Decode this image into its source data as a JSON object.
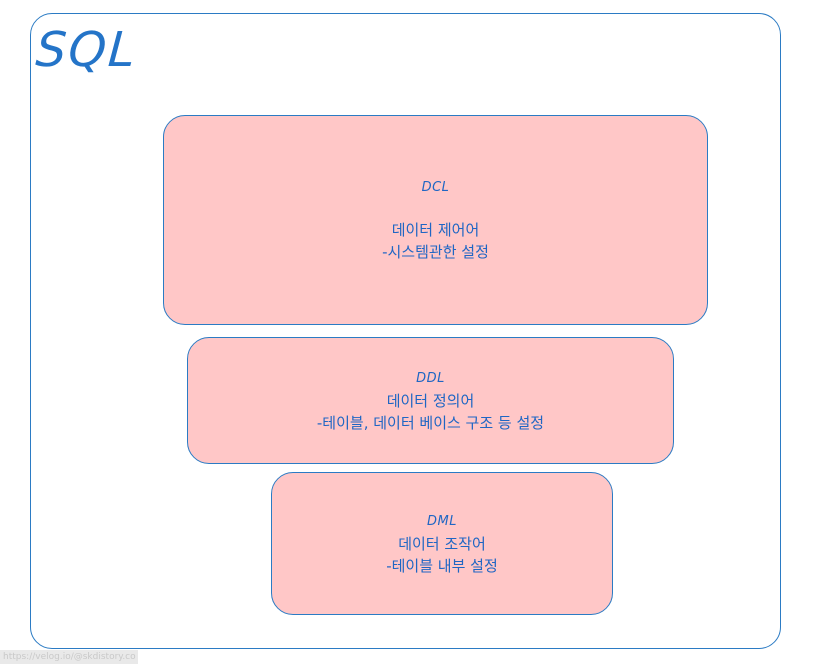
{
  "diagram": {
    "title": "SQL",
    "boxes": [
      {
        "name": "DCL",
        "line1": "데이터 제어어",
        "line2": "-시스템관한 설정"
      },
      {
        "name": "DDL",
        "line1": "데이터 정의어",
        "line2": "-테이블, 데이터 베이스 구조 등 설정"
      },
      {
        "name": "DML",
        "line1": "데이터 조작어",
        "line2": "-테이블 내부 설정"
      }
    ],
    "colors": {
      "border": "#2b7bc4",
      "title": "#2474c8",
      "box_fill": "#ffc7c7",
      "text": "#1f66c4"
    }
  },
  "watermark": "https://velog.io/@skdistory.co"
}
